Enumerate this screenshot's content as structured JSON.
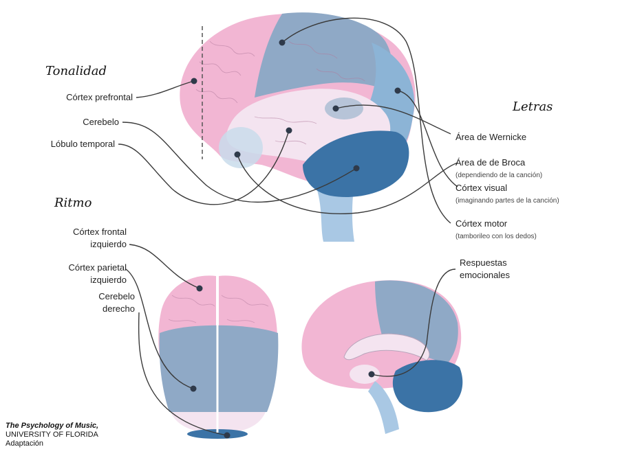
{
  "headings": {
    "tonalidad": "Tonalidad",
    "ritmo": "Ritmo",
    "letras": "Letras"
  },
  "labels": {
    "cortex_prefrontal": "Córtex prefrontal",
    "cerebelo": "Cerebelo",
    "lobulo_temporal": "Lóbulo temporal",
    "cortex_frontal_izq_1": "Córtex frontal",
    "cortex_frontal_izq_2": "izquierdo",
    "cortex_parietal_izq_1": "Córtex parietal",
    "cortex_parietal_izq_2": "izquierdo",
    "cerebelo_derecho_1": "Cerebelo",
    "cerebelo_derecho_2": "derecho",
    "area_wernicke": "Área de Wernicke",
    "area_broca": "Área de de Broca",
    "area_broca_note": "(dependiendo de la canción)",
    "cortex_visual": "Córtex visual",
    "cortex_visual_note": "(imaginando partes de la canción)",
    "cortex_motor": "Córtex motor",
    "cortex_motor_note": "(tamborileo con los dedos)",
    "respuestas_1": "Respuestas",
    "respuestas_2": "emocionales"
  },
  "credit": {
    "line1": "The Psychology of Music,",
    "line2": "UNIVERSITY OF FLORIDA",
    "line3": "Adaptación"
  },
  "colors": {
    "frontal_pink": "#f2b6d3",
    "parietal_blue": "#8fa9c6",
    "occipital_blue": "#8cb4d6",
    "cerebellum_dark": "#3b73a6",
    "temporal_light": "#f4e4f0",
    "stem_blue": "#a9c8e4",
    "line": "#3a3a3a"
  }
}
